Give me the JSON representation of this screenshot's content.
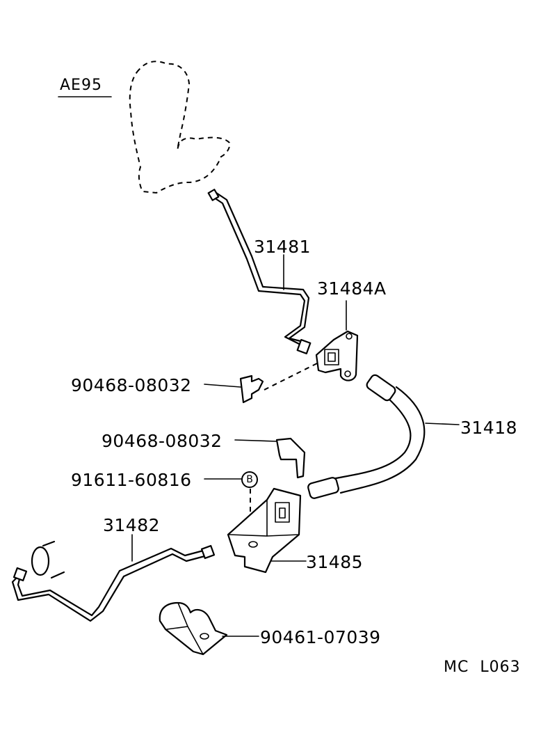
{
  "diagram": {
    "model_label": "AE95",
    "parts": {
      "p31481": "31481",
      "p31484A": "31484A",
      "p90468_a": "90468-08032",
      "p31418": "31418",
      "p90468_b": "90468-08032",
      "p91611": "91611-60816",
      "marker_b": "B",
      "p31482": "31482",
      "p31485": "31485",
      "p90461": "90461-07039"
    },
    "footer_code": "MC  L063"
  }
}
